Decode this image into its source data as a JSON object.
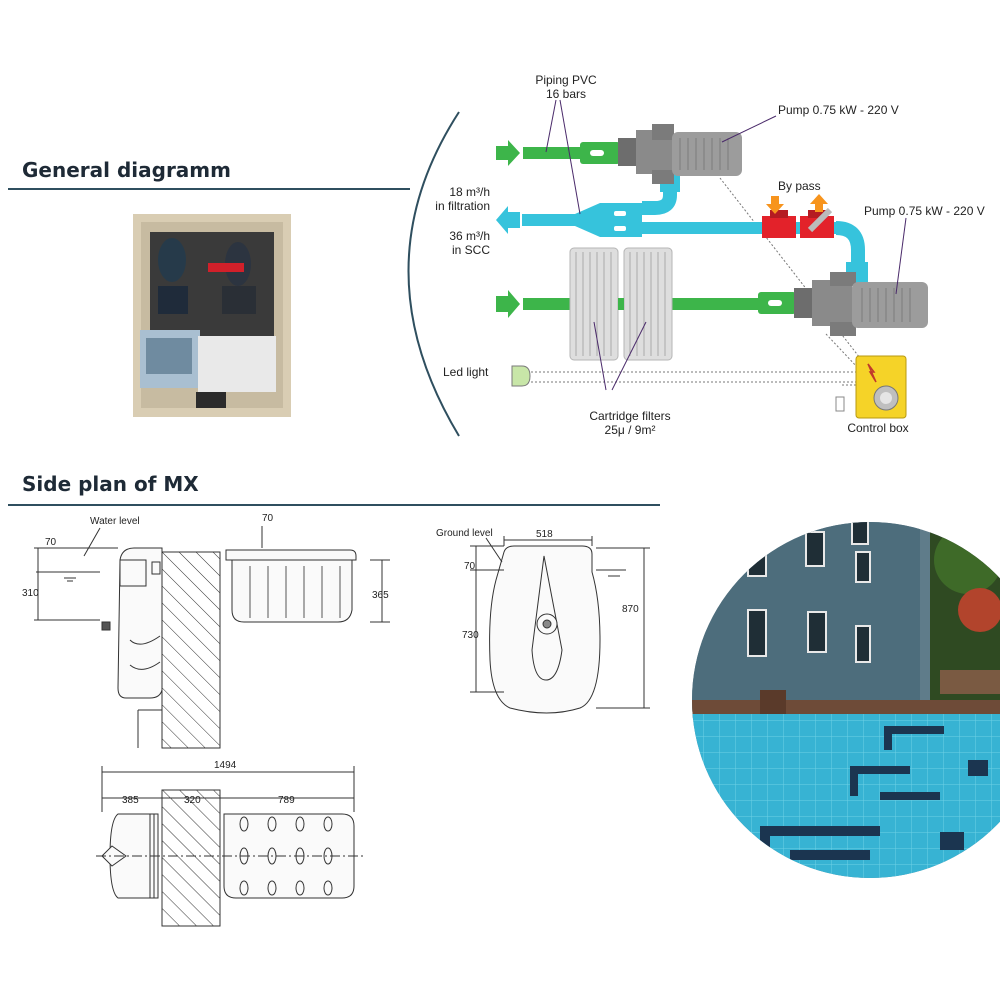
{
  "sections": {
    "general_title": "General diagramm",
    "side_title": "Side plan of MX"
  },
  "diagram": {
    "piping_line1": "Piping PVC",
    "piping_line2": "16 bars",
    "pump_top": "Pump 0.75 kW - 220 V",
    "pump_right": "Pump 0.75 kW - 220 V",
    "bypass": "By pass",
    "flow1_line1": "18 m³/h",
    "flow1_line2": "in filtration",
    "flow2_line1": "36 m³/h",
    "flow2_line2": "in SCC",
    "led_light": "Led light",
    "cartridge_line1": "Cartridge filters",
    "cartridge_line2": "25μ / 9m²",
    "control_box": "Control box"
  },
  "plan": {
    "water_level": "Water level",
    "ground_level": "Ground level",
    "dims": {
      "d70a": "70",
      "d70b": "70",
      "d310": "310",
      "d365": "365",
      "d518": "518",
      "d70c": "70",
      "d870": "870",
      "d730": "730",
      "d1494": "1494",
      "d385": "385",
      "d320": "320",
      "d789": "789"
    }
  },
  "colors": {
    "green_pipe": "#3db54a",
    "cyan_pipe": "#36c3dc",
    "bypass_red": "#e3222a",
    "arrow_orange": "#f7941d",
    "control_yellow": "#f5d328",
    "heading_rule": "#2f4f5f"
  },
  "icons": {
    "photo": "pool-box-photo",
    "pool": "pool-photo"
  }
}
